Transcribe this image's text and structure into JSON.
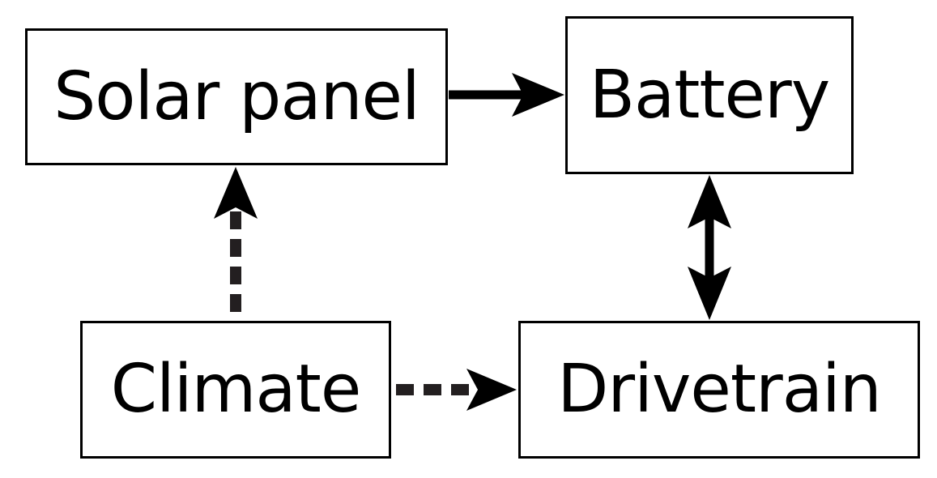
{
  "diagram": {
    "nodes": {
      "solar_panel": "Solar panel",
      "battery": "Battery",
      "climate": "Climate",
      "drivetrain": "Drivetrain"
    },
    "edges": [
      {
        "from": "Solar panel",
        "to": "Battery",
        "style": "solid",
        "direction": "forward"
      },
      {
        "from": "Battery",
        "to": "Drivetrain",
        "style": "solid",
        "direction": "both"
      },
      {
        "from": "Climate",
        "to": "Solar panel",
        "style": "dashed",
        "direction": "forward"
      },
      {
        "from": "Climate",
        "to": "Drivetrain",
        "style": "dashed",
        "direction": "forward"
      }
    ],
    "colors": {
      "solid_line": "#000000",
      "dashed_line": "#231f20",
      "border": "#000000",
      "background": "#ffffff"
    }
  }
}
